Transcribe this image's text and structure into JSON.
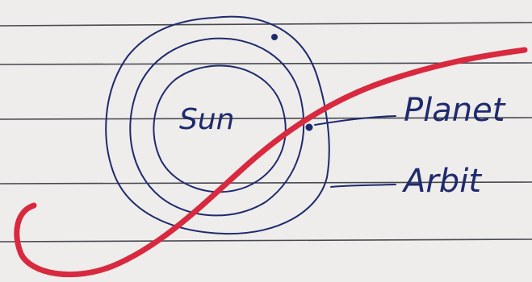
{
  "diagram": {
    "center_label": "Sun",
    "labels": [
      {
        "text": "Planet",
        "target": "planet-dot"
      },
      {
        "text": "Arbit",
        "target": "orbit-ring"
      }
    ]
  },
  "colors": {
    "paper": "#eeedeb",
    "ruled_line": "#2b2b35",
    "ink": "#1f2a6e",
    "red_pen": "#d9293f"
  }
}
